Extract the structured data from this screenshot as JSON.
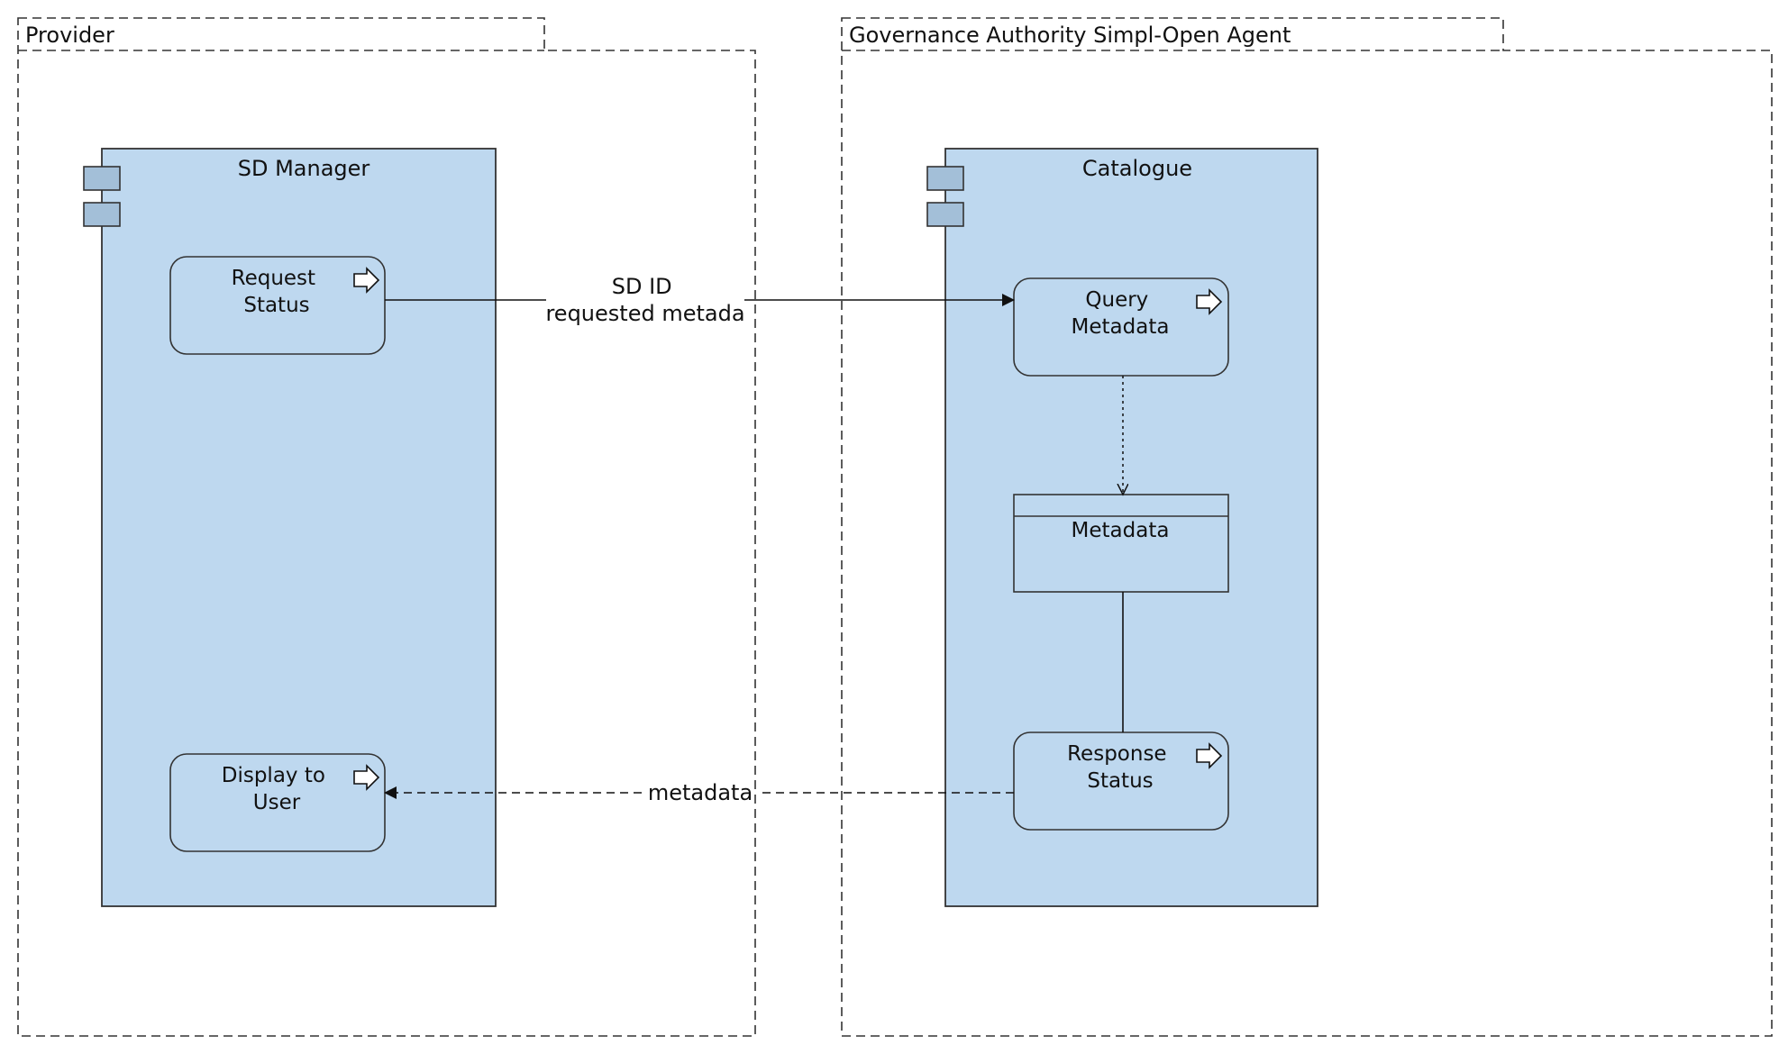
{
  "frames": {
    "provider": {
      "label": "Provider"
    },
    "governance": {
      "label": "Governance Authority Simpl-Open Agent"
    }
  },
  "components": {
    "sd_manager": {
      "label": "SD Manager"
    },
    "catalogue": {
      "label": "Catalogue"
    }
  },
  "actions": {
    "request_status": {
      "line1": "Request",
      "line2": "Status"
    },
    "display_to_user": {
      "line1": "Display to",
      "line2": "User"
    },
    "query_metadata": {
      "line1": "Query",
      "line2": "Metadata"
    },
    "response_status": {
      "line1": "Response",
      "line2": "Status"
    }
  },
  "data_object": {
    "label": "Metadata"
  },
  "edges": {
    "request": {
      "line1": "SD ID",
      "line2": "requested metada"
    },
    "response": {
      "label": "metadata"
    }
  },
  "colors": {
    "component_fill": "#bed8ef",
    "component_port_fill": "#a3bfd8",
    "stroke": "#333333",
    "frame_stroke": "#333333"
  }
}
